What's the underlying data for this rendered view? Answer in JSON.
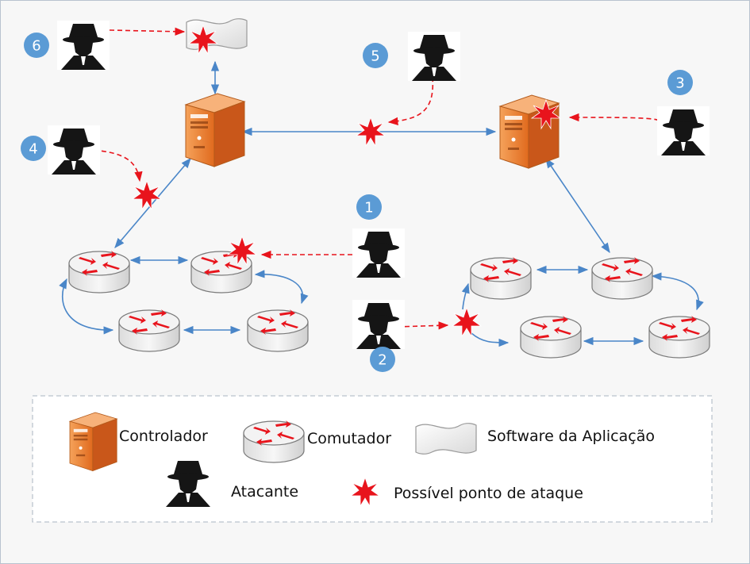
{
  "badges": [
    "1",
    "2",
    "3",
    "4",
    "5",
    "6"
  ],
  "legend": {
    "controller": "Controlador",
    "switch": "Comutador",
    "application": "Software da Aplicação",
    "attacker": "Atacante",
    "attack_point": "Possível ponto de ataque"
  },
  "colors": {
    "link": "#4a86c8",
    "attack": "#e8141c",
    "badge": "#5b9bd5",
    "server": "#f08a3c"
  },
  "icons": [
    "server-icon",
    "switch-icon",
    "application-icon",
    "attacker-icon",
    "attack-star-icon"
  ]
}
